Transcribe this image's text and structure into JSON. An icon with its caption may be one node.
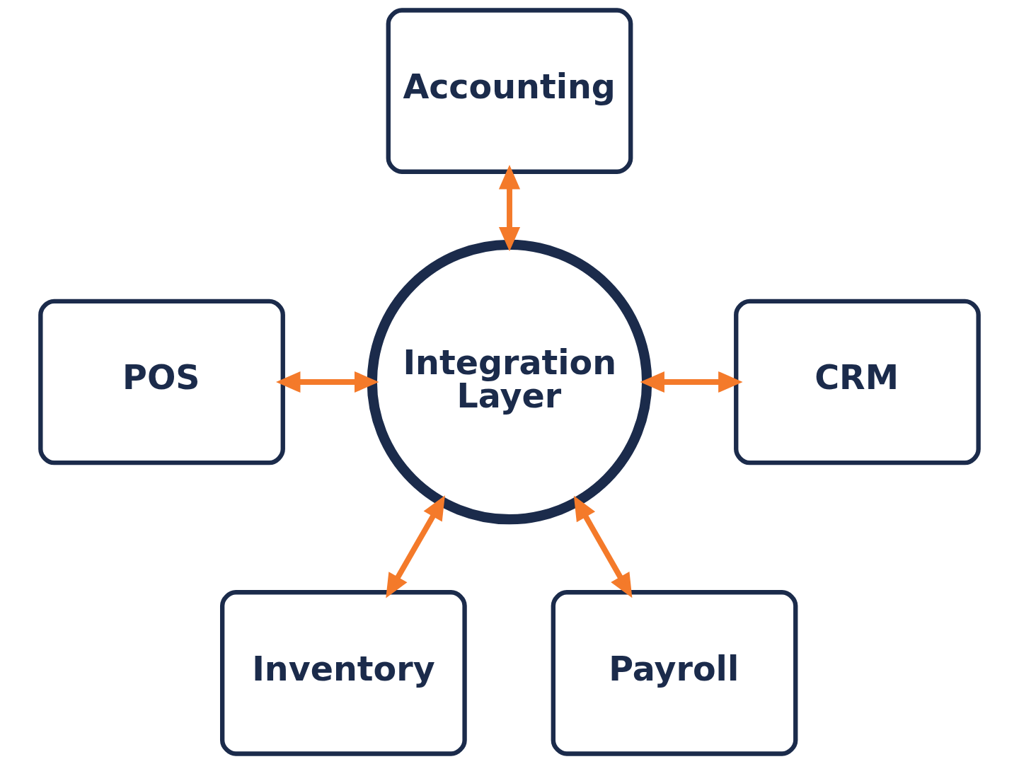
{
  "diagram": {
    "nodes": [
      {
        "text": [
          "Accounting"
        ]
      },
      {
        "text": [
          "POS"
        ]
      },
      {
        "text": [
          "Integration Layer"
        ]
      },
      {
        "text": [
          "CRM"
        ]
      },
      {
        "text": [
          "Inventory"
        ]
      },
      {
        "text": [
          "Payroll"
        ]
      }
    ],
    "edges": [
      {
        "from": 0,
        "to": 2,
        "arrow": "both"
      },
      {
        "from": 1,
        "to": 2,
        "arrow": "both"
      },
      {
        "from": 2,
        "to": 3,
        "arrow": "both"
      },
      {
        "from": 2,
        "to": 4,
        "arrow": "both"
      },
      {
        "from": 2,
        "to": 5,
        "arrow": "both"
      }
    ]
  }
}
